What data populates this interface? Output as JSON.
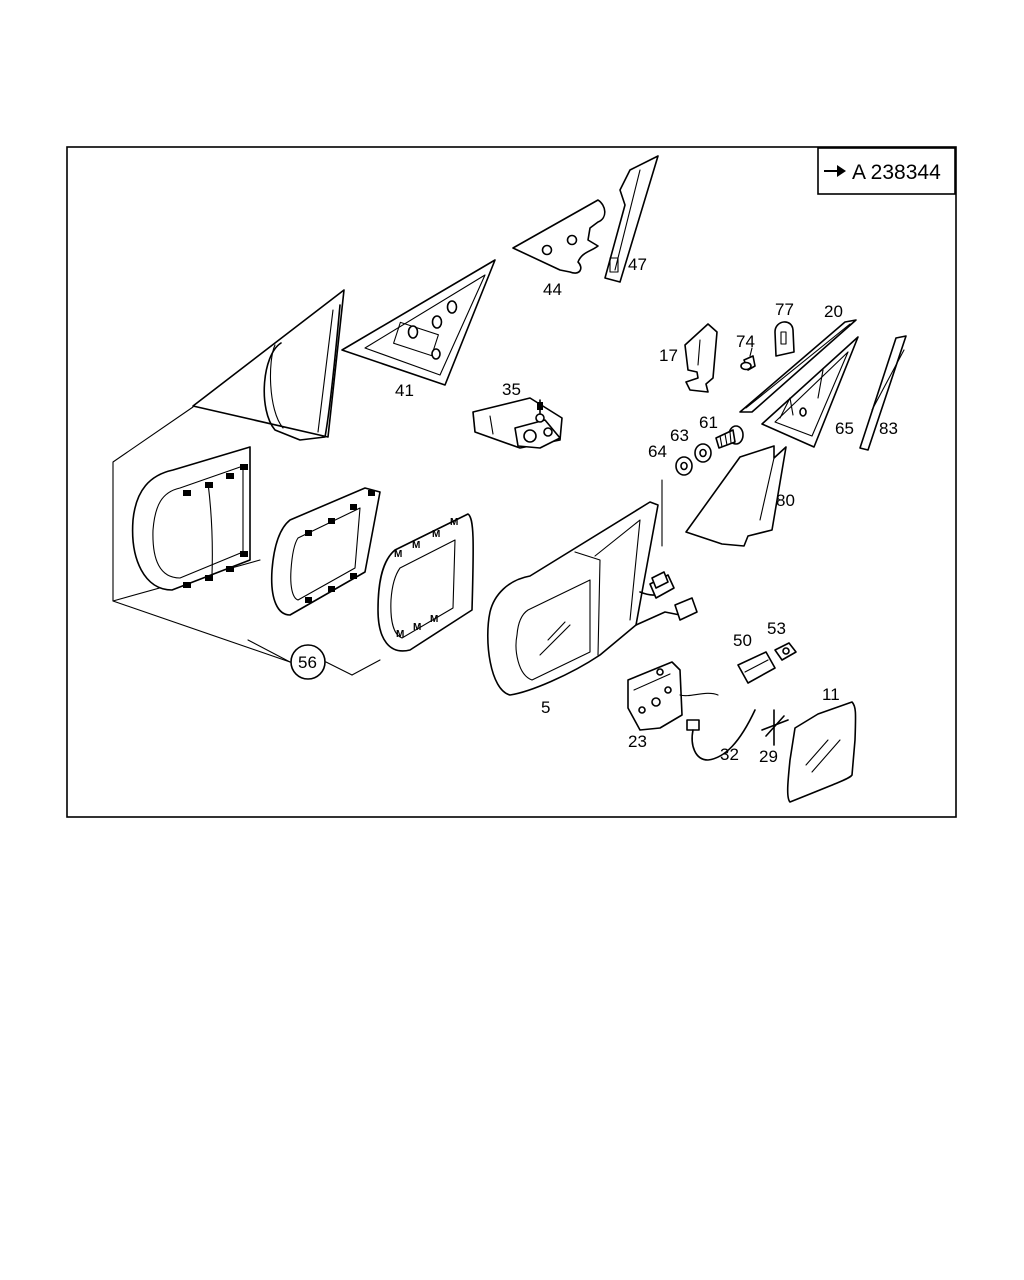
{
  "reference": {
    "arrow_icon": "arrow-right-icon",
    "code": "A 238344"
  },
  "callouts": {
    "c5": "5",
    "c11": "11",
    "c17": "17",
    "c20": "20",
    "c23": "23",
    "c29": "29",
    "c32": "32",
    "c35": "35",
    "c41": "41",
    "c44": "44",
    "c47": "47",
    "c50": "50",
    "c53": "53",
    "c56": "56",
    "c61": "61",
    "c63": "63",
    "c64": "64",
    "c65": "65",
    "c74": "74",
    "c77": "77",
    "c80": "80",
    "c83": "83"
  }
}
